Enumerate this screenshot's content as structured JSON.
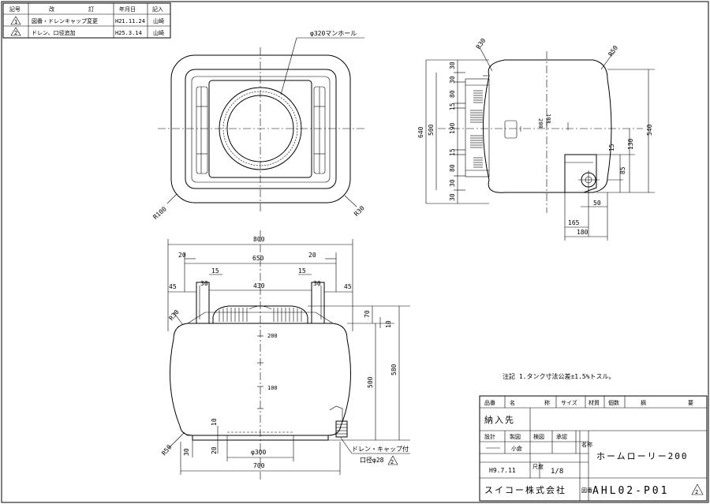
{
  "revision_table": {
    "headers": [
      "記号",
      "改",
      "訂",
      "年月日",
      "記入"
    ],
    "rows": [
      {
        "mark": "1",
        "content": "図番・ドレンキャップ変更",
        "date": "H21.11.24",
        "signer": "山崎"
      },
      {
        "mark": "2",
        "content": "ドレン、口径追加",
        "date": "H25.3.14",
        "signer": "山崎"
      }
    ]
  },
  "top_view": {
    "manhole_label": "φ320マンホール",
    "corner_radius_left": "R100",
    "corner_radius_right": "R30"
  },
  "side_view": {
    "radius_top_left": "R30",
    "radius_top_right": "R50",
    "label_200": "200",
    "label_100": "100",
    "dims_left": [
      "30",
      "30",
      "80",
      "15",
      "190",
      "15",
      "80",
      "30",
      "30"
    ],
    "dim_500": "500",
    "dim_640": "640",
    "dim_540": "540",
    "dim_130": "130",
    "dim_15": "15",
    "dim_85": "85",
    "dim_50": "50",
    "dim_165": "165",
    "dim_180": "180"
  },
  "front_view": {
    "dim_800": "800",
    "dim_650": "650",
    "dim_20_left": "20",
    "dim_20_right": "20",
    "dim_15_left": "15",
    "dim_15_right": "15",
    "dim_430": "430",
    "dim_45_left": "45",
    "dim_45_right": "45",
    "dim_30_left": "30",
    "dim_30_right": "30",
    "radius_r30": "R30",
    "radius_r50": "R50",
    "dim_70": "70",
    "dim_10": "10",
    "dim_500": "500",
    "dim_580": "580",
    "label_200": "200",
    "label_100": "100",
    "dim_10_bottom": "10",
    "dim_20_bottom": "20",
    "dim_30_bottom": "30",
    "dim_300": "φ300",
    "dim_700": "700",
    "drain_label": "ドレン・キャップ付",
    "drain_size": "口径φ28",
    "drain_rev": "2"
  },
  "note": "注記 1.タンク寸法公差±1.5%トスル。",
  "title_block": {
    "headers": [
      "品番",
      "名",
      "称",
      "サイズ",
      "材質",
      "個数",
      "摘",
      "要"
    ],
    "delivery_label": "納入先",
    "approval_headers": [
      "設計",
      "製図",
      "検図",
      "承認"
    ],
    "approver_name": "小倉",
    "date": "H9.7.11",
    "scale_label": "尺度",
    "scale": "1/8",
    "name_label": "名称",
    "product_name": "ホームローリー200",
    "company": "スイコー株式会社",
    "drawing_no_label": "図番",
    "drawing_no": "AHL02-P01",
    "rev_mark": "2"
  }
}
